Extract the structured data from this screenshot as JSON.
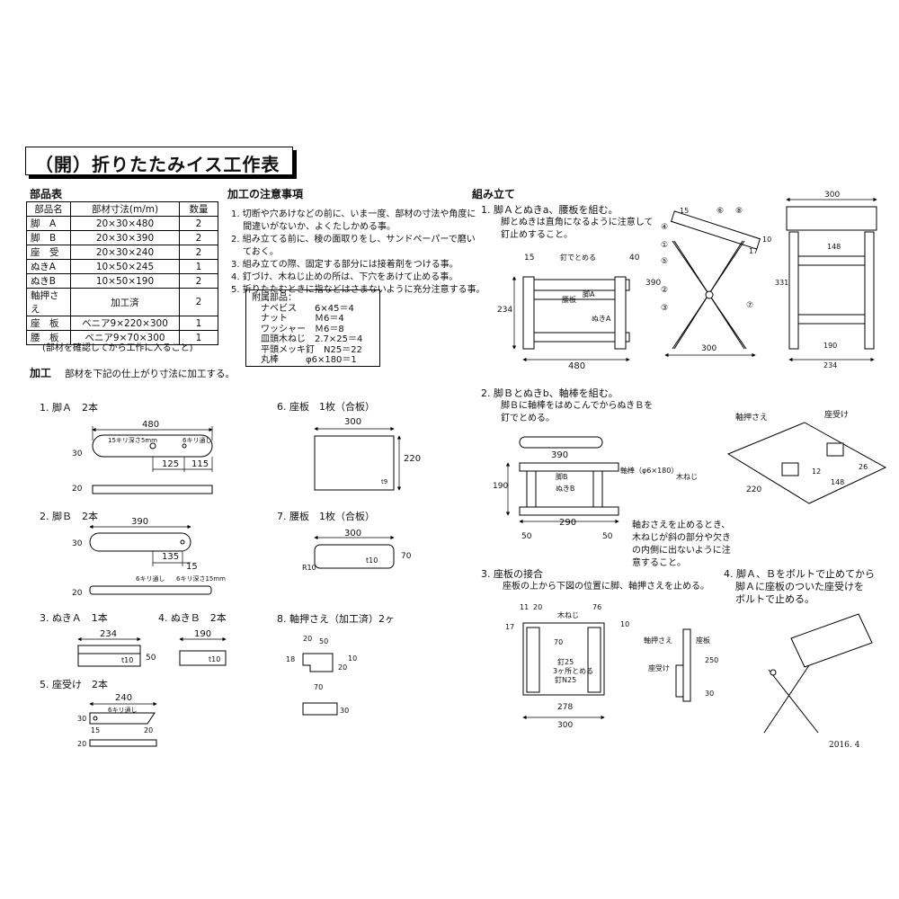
{
  "title": "（開）折りたたみイス工作表",
  "parts_section": {
    "heading": "部品表",
    "columns": [
      "部品名",
      "部材寸法(m/m)",
      "数量"
    ],
    "rows": [
      [
        "脚　A",
        "20×30×480",
        "2"
      ],
      [
        "脚　B",
        "20×30×390",
        "2"
      ],
      [
        "座　受",
        "20×30×240",
        "2"
      ],
      [
        "ぬきA",
        "10×50×245",
        "1"
      ],
      [
        "ぬきB",
        "10×50×190",
        "2"
      ],
      [
        "軸押さえ",
        "加工済",
        "2"
      ],
      [
        "座　板",
        "ベニア9×220×300",
        "1"
      ],
      [
        "腰　板",
        "ベニア9×70×300",
        "1"
      ]
    ],
    "note": "(部材を確認してから工作に入ること)"
  },
  "notes_section": {
    "heading": "加工の注意事項",
    "lines": [
      "1. 切断や穴あけなどの前に、いま一度、部材の寸法や角度に",
      "　 間違いがないか、よくたしかめる事。",
      "2. 組み立てる前に、稜の面取りをし、サンドペーパーで磨い",
      "　 ておく。",
      "3. 組み立ての際、固定する部分には接着剤をつける事。",
      "4. 釘づけ、木ねじ止めの所は、下穴をあけて止める事。",
      "5. 折りたたむときに指などはさまないように充分注意する事。"
    ],
    "accessories": [
      "附属部品：",
      "　ナベビス　　6×45＝4",
      "　ナット　　　Ｍ6＝4",
      "　ワッシャー　Ｍ6＝8",
      "　皿頭木ねじ　2.7×25＝4",
      "　平頭メッキ釘　N25＝22",
      "　丸棒　　　φ6×180＝1"
    ]
  },
  "processing": {
    "heading": "加工",
    "desc": "部材を下記の仕上がり寸法に加工する。",
    "items": {
      "leg_a": {
        "label": "1. 脚Ａ　2本",
        "len": "480",
        "h": "30",
        "t": "20",
        "d1": "125",
        "d2": "115",
        "hole1": "15キリ深さ5mm",
        "hole2": "6キリ通し"
      },
      "leg_b": {
        "label": "2. 脚Ｂ　2本",
        "len": "390",
        "h": "30",
        "t": "20",
        "d1": "135",
        "d2": "15",
        "hole1": "6キリ通し",
        "hole2": "6キリ深さ15mm"
      },
      "nuki_a": {
        "label": "3. ぬきＡ　1本",
        "len": "234",
        "t": "t10",
        "h": "50"
      },
      "nuki_b": {
        "label": "4. ぬきＢ　2本",
        "len": "190",
        "t": "t10"
      },
      "zauke": {
        "label": "5. 座受け　2本",
        "len": "240",
        "h": "30",
        "t": "20",
        "d1": "15",
        "d2": "20",
        "hole": "6キリ通し"
      },
      "zaita": {
        "label": "6. 座板　1枚（合板）",
        "w": "300",
        "h": "220",
        "t": "t9"
      },
      "koshi": {
        "label": "7. 腰板　1枚（合板）",
        "w": "300",
        "h": "70",
        "t": "t10",
        "r": "R10"
      },
      "jiku": {
        "label": "8. 軸押さえ（加工済）2ヶ",
        "a": "20",
        "b": "50",
        "c": "18",
        "d": "10",
        "e": "20",
        "f": "70",
        "g": "30"
      }
    }
  },
  "assembly": {
    "heading": "組み立て",
    "step1": {
      "title": "1. 脚Ａとぬきa、腰板を組む。",
      "desc1": "脚とぬきは直角になるように注意して",
      "desc2": "釘止めすること。",
      "lbl_nail": "釘でとめる",
      "lbl_koshi": "腰板",
      "lbl_leg": "脚A",
      "lbl_nuki": "ぬきA",
      "d15": "15",
      "d40": "40",
      "d234": "234",
      "d480": "480",
      "d390": "390",
      "d300": "300",
      "d300b": "300",
      "d148": "148",
      "d331": "331",
      "d190": "190",
      "d234b": "234",
      "d17": "17",
      "d10": "10",
      "d15b": "15",
      "c1": "①",
      "c2": "②",
      "c3": "③",
      "c4": "④",
      "c5": "⑤",
      "c6": "⑥",
      "c7": "⑦",
      "c8": "⑧"
    },
    "step2": {
      "title": "2. 脚Ｂとぬきb、軸棒を組む。",
      "desc1": "脚Ｂに軸棒をはめこんでからぬきＢを",
      "desc2": "釘でとめる。",
      "lbl_leg": "脚B",
      "lbl_nuki": "ぬきB",
      "lbl_shaft": "軸棒（φ6×180）",
      "lbl_screw": "木ねじ",
      "lbl_jiku": "軸押さえ",
      "lbl_zauke": "座受け",
      "d390": "390",
      "d190": "190",
      "d290": "290",
      "d50a": "50",
      "d50b": "50",
      "d12": "12",
      "d220": "220",
      "d148": "148",
      "d26": "26",
      "caution": [
        "軸おさえを止めるとき、",
        "木ねじが斜の部分や欠き",
        "の内側に出ないように注",
        "意すること。"
      ]
    },
    "step3": {
      "title": "3. 座板の接合",
      "desc": "座板の上から下図の位置に脚、軸押さえを止める。",
      "d11": "11",
      "d20": "20",
      "d76": "76",
      "d17": "17",
      "d10": "10",
      "d70": "70",
      "d278": "278",
      "d300": "300",
      "lbl_screw": "木ねじ",
      "lbl_nail": "釘25",
      "lbl_nail2": "3ヶ所とめる",
      "lbl_nail3": "釘N25",
      "lbl_jiku": "軸押さえ",
      "lbl_zaita": "座板",
      "lbl_zauke": "座受け",
      "d250": "250",
      "d30": "30"
    },
    "step4": {
      "title1": "4. 脚Ａ、Ｂをボルトで止めてから",
      "title2": "脚Ａに座板のついた座受けを",
      "title3": "ボルトで止める。"
    }
  },
  "date": "2016. 4"
}
